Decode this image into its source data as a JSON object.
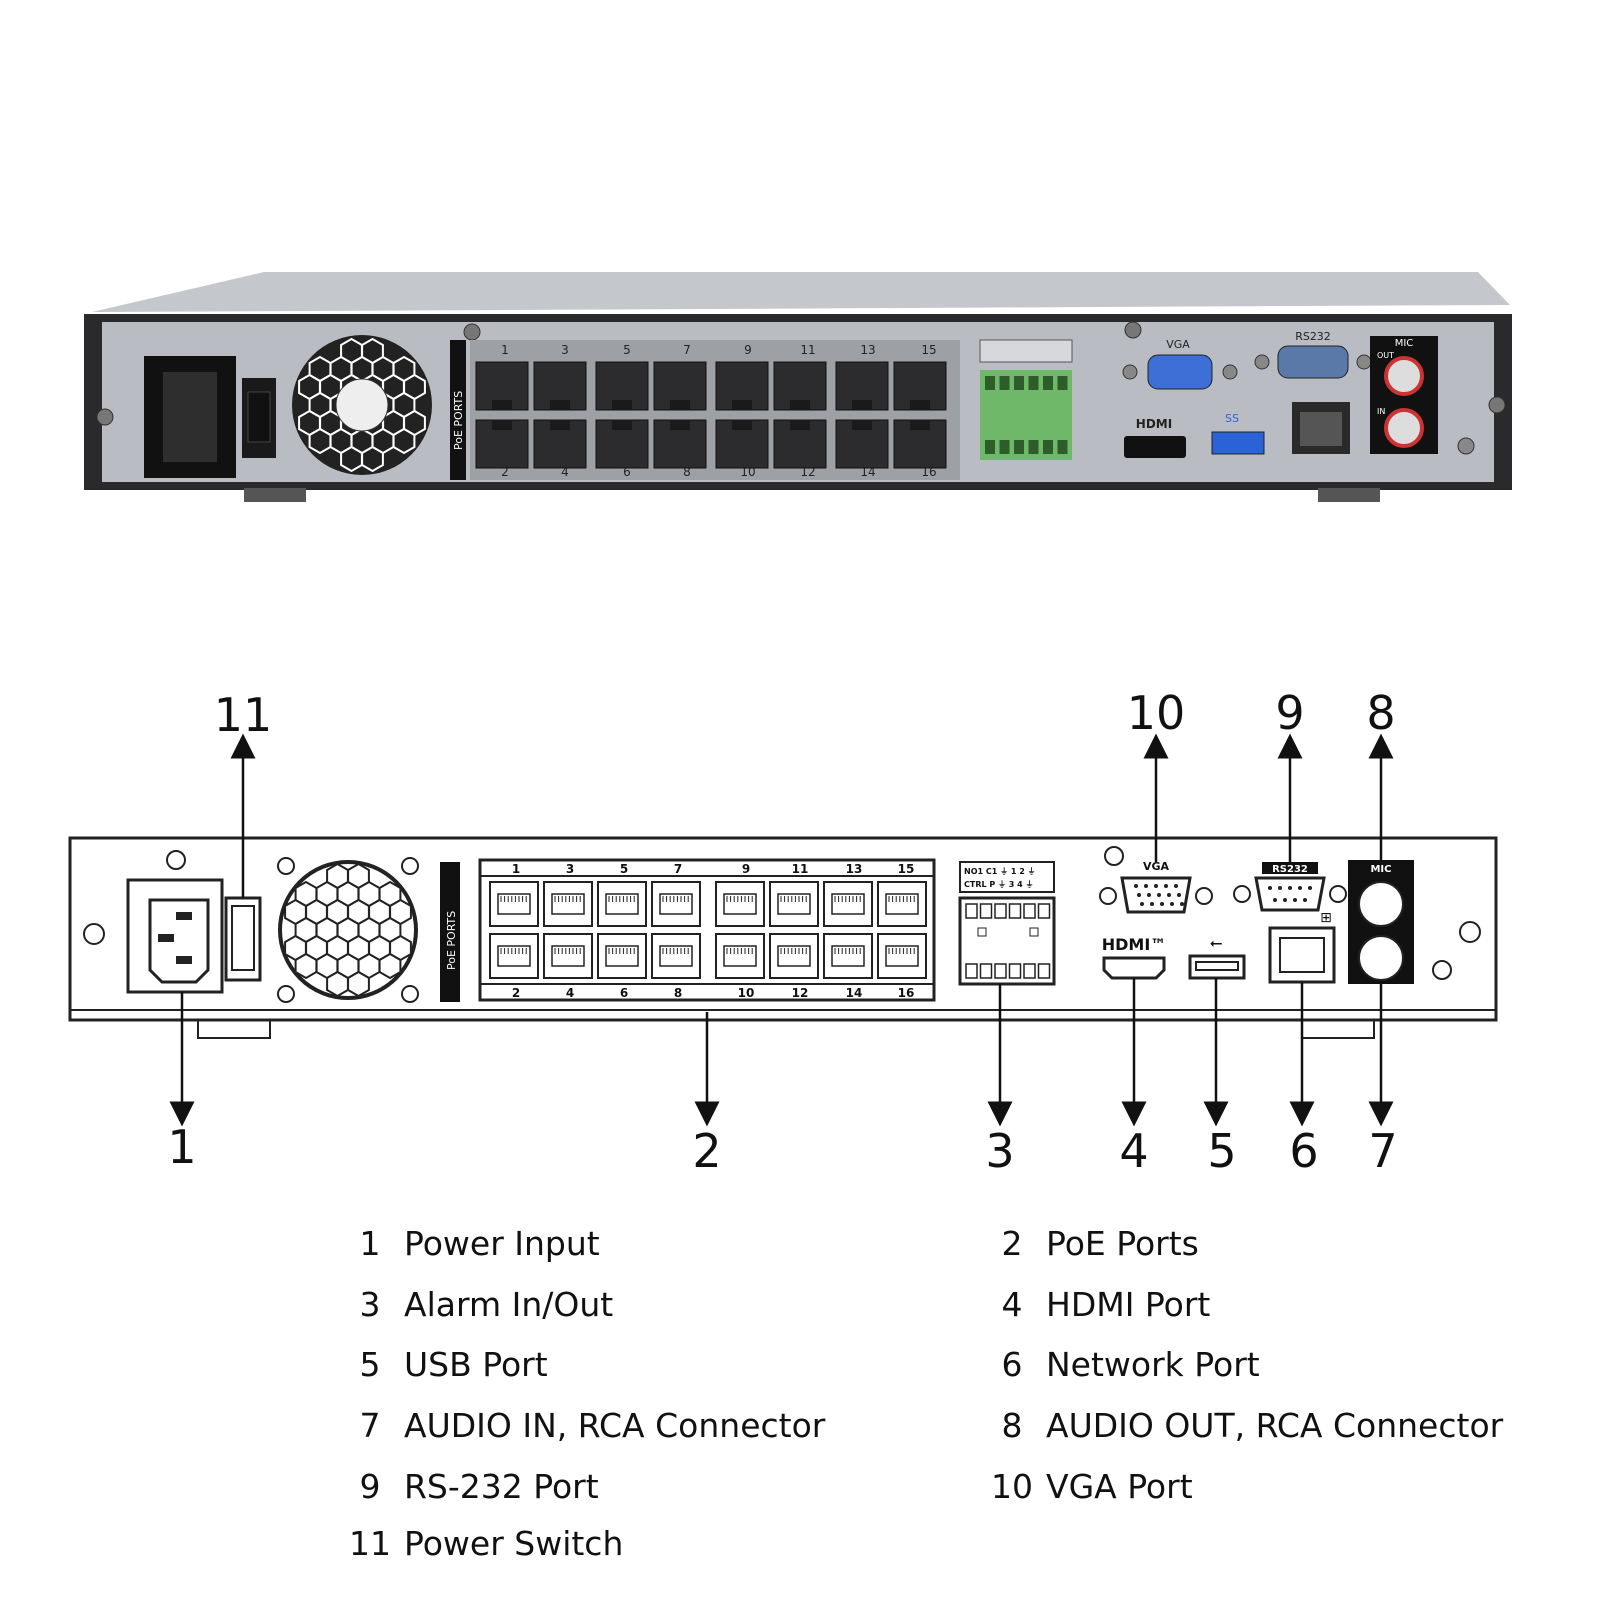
{
  "photo": {
    "port_numbers_top": [
      "1",
      "3",
      "5",
      "7",
      "9",
      "11",
      "13",
      "15"
    ],
    "port_numbers_bottom": [
      "2",
      "4",
      "6",
      "8",
      "10",
      "12",
      "14",
      "16"
    ],
    "poe_label": "PoE PORTS",
    "vga_label": "VGA",
    "rs232_label": "RS232",
    "mic_label": "MIC",
    "out_label": "OUT",
    "in_label": "IN",
    "hdmi_label": "HDMI",
    "usb_label": "SS"
  },
  "diagram": {
    "port_numbers_top": [
      "1",
      "3",
      "5",
      "7",
      "9",
      "11",
      "13",
      "15"
    ],
    "port_numbers_bottom": [
      "2",
      "4",
      "6",
      "8",
      "10",
      "12",
      "14",
      "16"
    ],
    "poe_label": "PoE PORTS",
    "vga_label": "VGA",
    "rs232_label": "RS232",
    "mic_label": "MIC",
    "hdmi_label": "HDMI™",
    "alarm_row1": "NO1 C1 ⏚ 1 2 ⏚",
    "alarm_row2": "CTRL P ⏚ 3 4 ⏚"
  },
  "callouts": [
    "1",
    "2",
    "3",
    "4",
    "5",
    "6",
    "7",
    "8",
    "9",
    "10",
    "11"
  ],
  "legend": [
    {
      "num": "1",
      "text": "Power Input"
    },
    {
      "num": "2",
      "text": "PoE Ports"
    },
    {
      "num": "3",
      "text": "Alarm In/Out"
    },
    {
      "num": "4",
      "text": "HDMI Port"
    },
    {
      "num": "5",
      "text": "USB Port"
    },
    {
      "num": "6",
      "text": "Network Port"
    },
    {
      "num": "7",
      "text": "AUDIO IN, RCA Connector"
    },
    {
      "num": "8",
      "text": "AUDIO OUT, RCA Connector"
    },
    {
      "num": "9",
      "text": "RS-232 Port"
    },
    {
      "num": "10",
      "text": "VGA Port"
    },
    {
      "num": "11",
      "text": "Power Switch"
    }
  ],
  "colors": {
    "chassis": "#b8bcc2",
    "panel": "#2b2b2b",
    "port": "#3a3a3a",
    "vga_blue": "#3d6fd6",
    "usb_blue": "#2a63d8",
    "terminal_green": "#6fb86a"
  }
}
